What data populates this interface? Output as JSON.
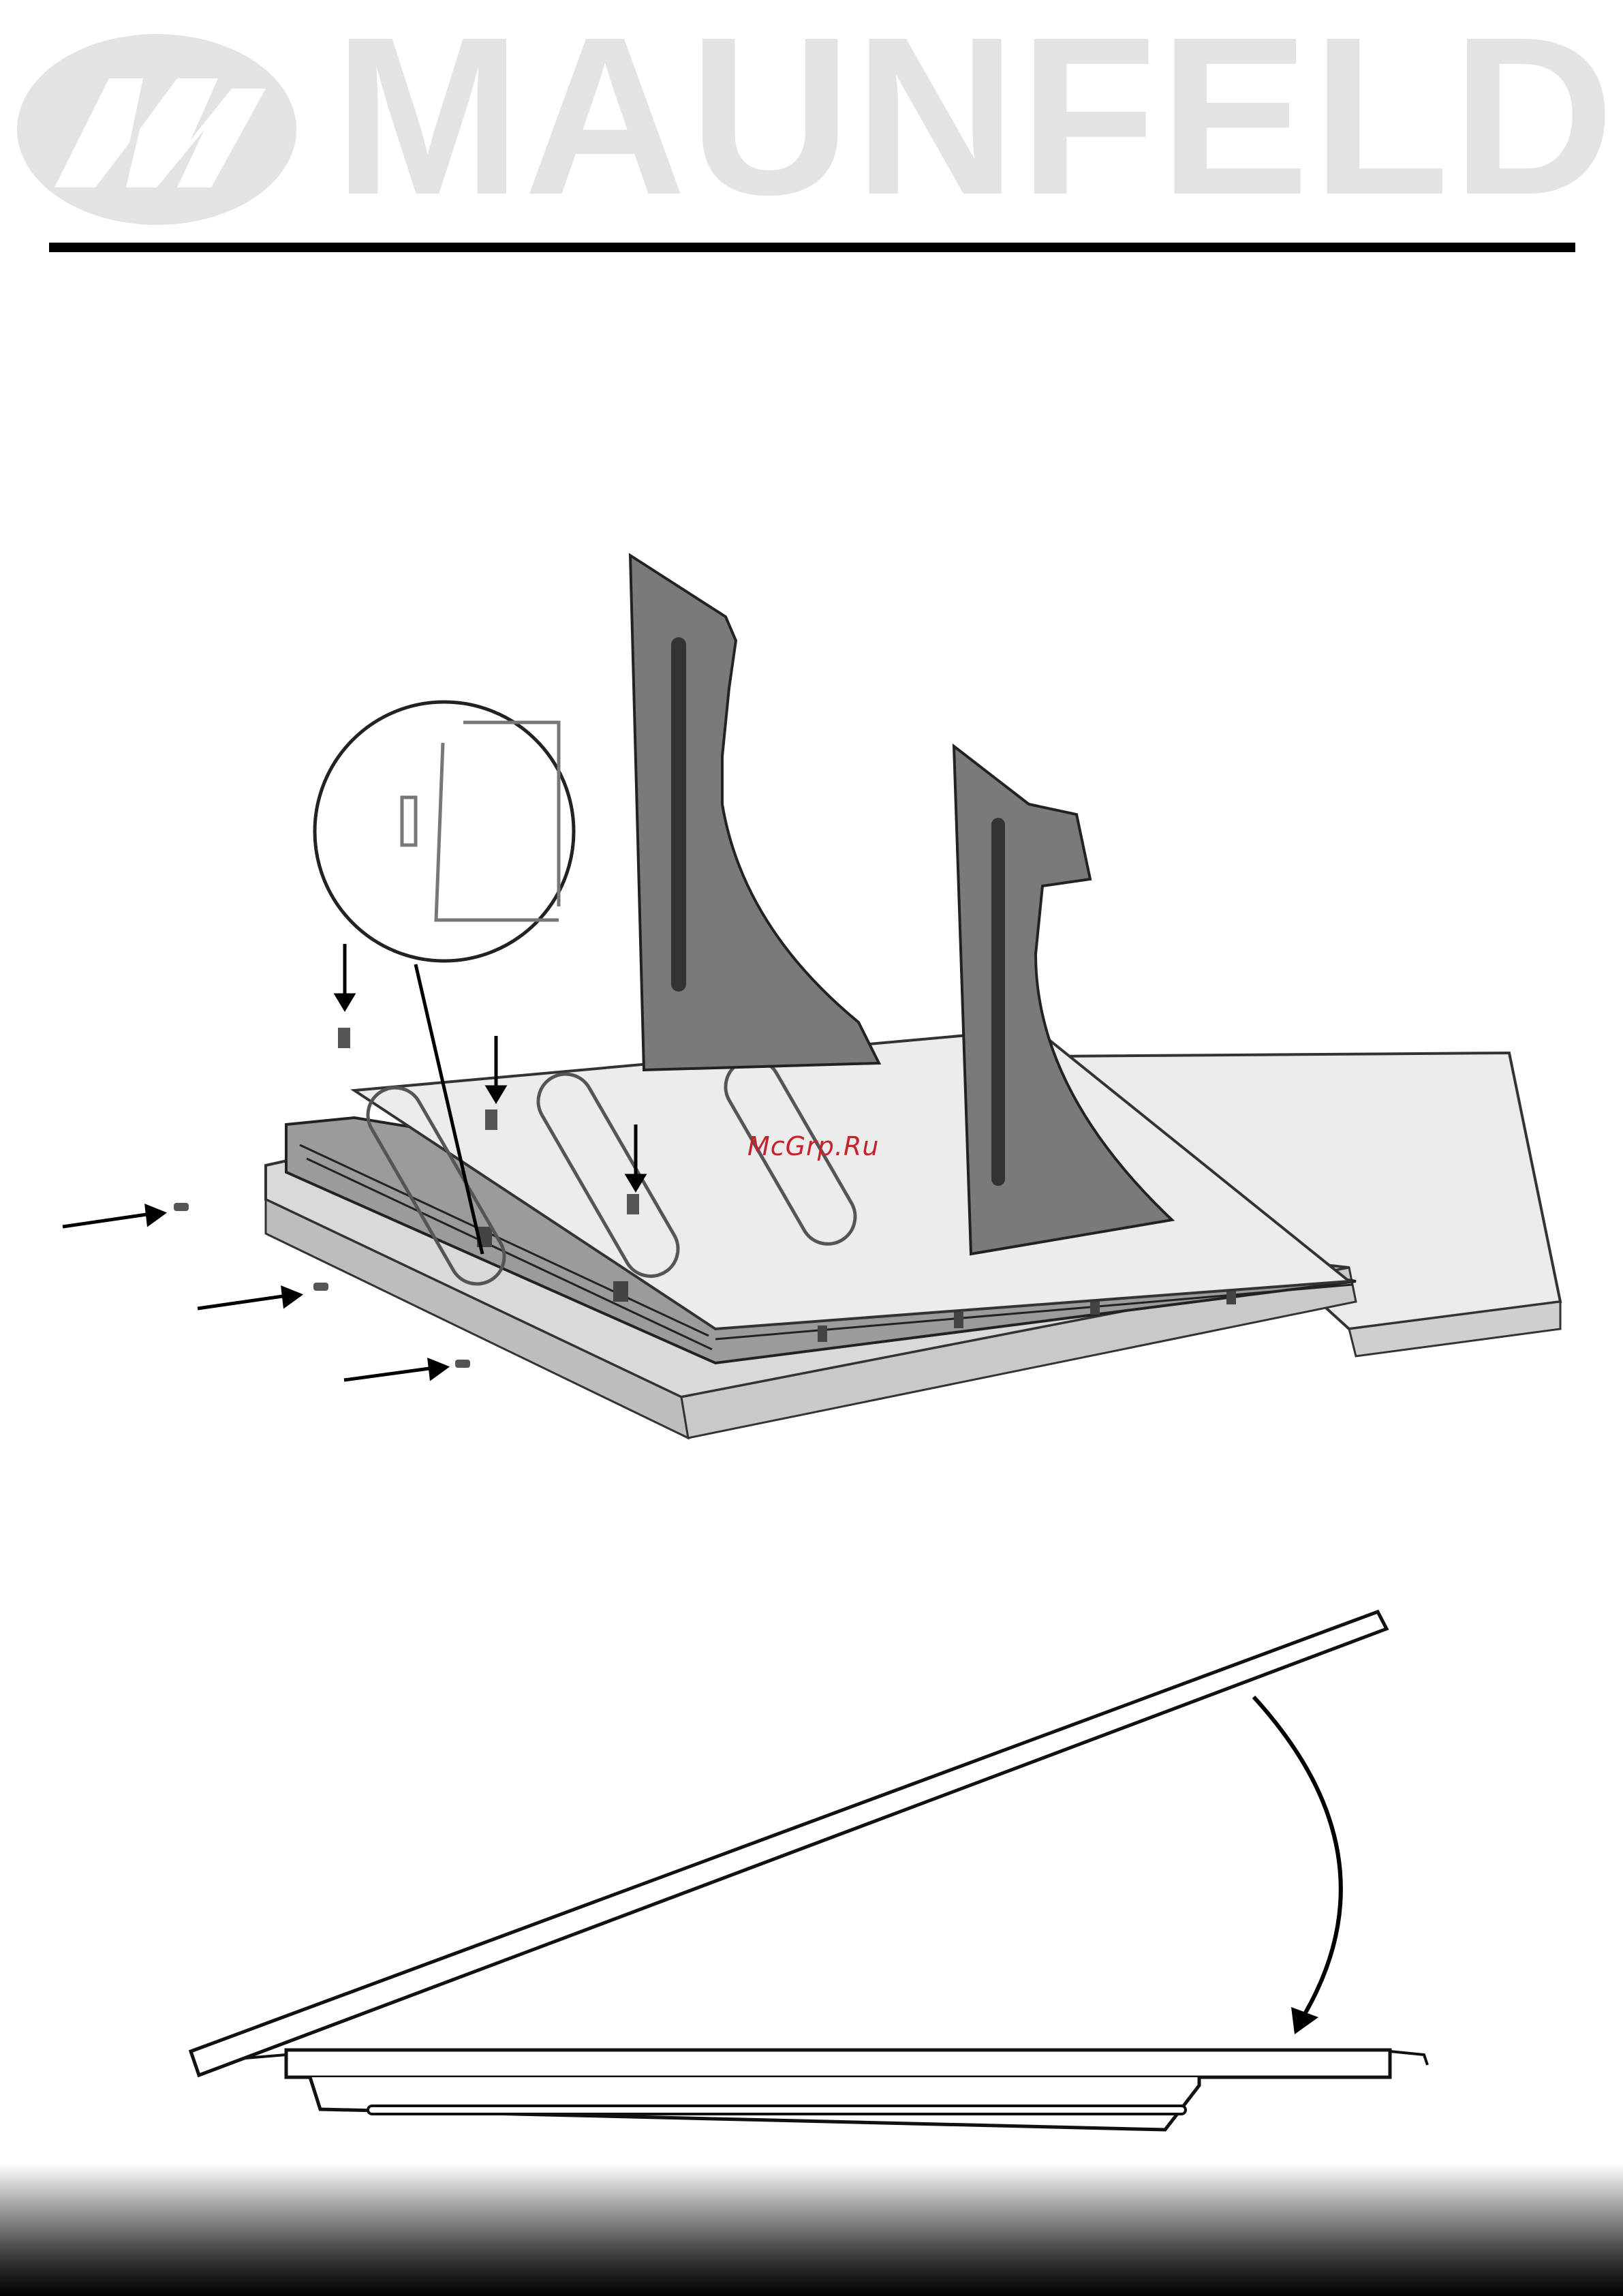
{
  "header": {
    "brand": "MAUNFELD",
    "logo_icon": "maunfeld-m-logo-icon"
  },
  "watermark": "McGrp.Ru",
  "figures": [
    {
      "id": "top",
      "icon": "bracket-mounting-diagram"
    },
    {
      "id": "bottom",
      "icon": "panel-lowering-diagram"
    }
  ],
  "colors": {
    "brand_gray": "#e3e3e3",
    "watermark_red": "#c8202c",
    "part_gray": "#7a7a7a",
    "panel_light": "#e6e6e6"
  }
}
